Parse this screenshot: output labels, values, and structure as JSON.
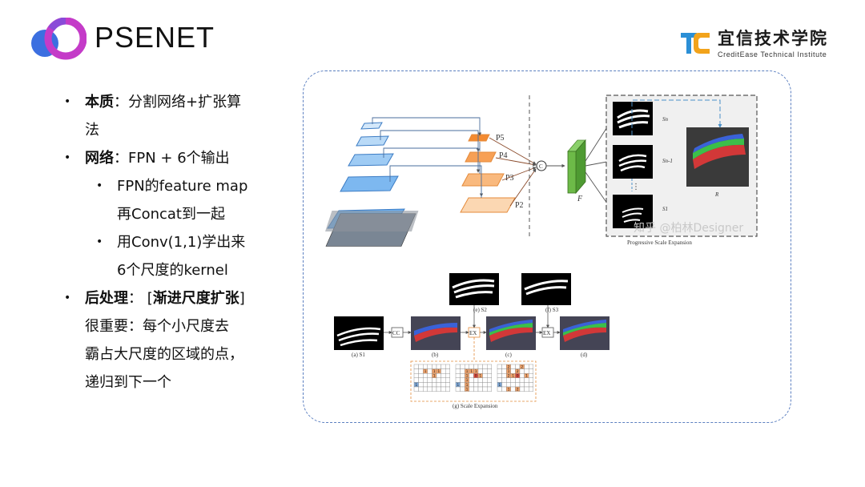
{
  "title": "PSENET",
  "brand": {
    "cn": "宜信技术学院",
    "en": "CreditEase Technical Institute",
    "colors": {
      "blue": "#2b8fd6",
      "orange": "#f2a31b"
    }
  },
  "logo": {
    "colors": {
      "left": "#3c6fe0",
      "right": "#c43bc8"
    }
  },
  "bullets": [
    {
      "label": "本质",
      "sep": "：",
      "text1": "分割网络+扩张算",
      "text2": "法"
    },
    {
      "label": "网络",
      "sep": "：",
      "text1": "FPN  +  6个输出",
      "sub": [
        {
          "line1": "FPN的feature map",
          "line2": "再Concat到一起"
        },
        {
          "line1": "用Conv(1,1)学出来",
          "line2": "6个尺度的kernel"
        }
      ]
    },
    {
      "label": "后处理",
      "sep": "：  [",
      "bold2": "渐进尺度扩张",
      "close": "]",
      "lines": [
        "很重要：每个小尺度去",
        "霸占大尺度的区域的点，",
        "递归到下一个"
      ]
    }
  ],
  "figure": {
    "p_labels": [
      "P5",
      "P4",
      "P3",
      "P2"
    ],
    "concat_symbol": "C",
    "f_label": "F",
    "s_labels": [
      "Sn",
      "Sn-1",
      "S1"
    ],
    "r_label": "R",
    "pse_caption": "Progressive Scale Expansion",
    "watermark": "知乎 @柏林Designer",
    "cc_label": "CC",
    "ex_label": "EX",
    "captions": {
      "a": "(a) S1",
      "b": "(b)",
      "c": "(c)",
      "d": "(d)",
      "e": "(e) S2",
      "f": "(f) S3",
      "g": "(g) Scale Expansion"
    },
    "grid1": [
      [
        "",
        "",
        "",
        "",
        "",
        "",
        "",
        ""
      ],
      [
        "",
        "",
        "1",
        "",
        "1",
        "1",
        "",
        ""
      ],
      [
        "",
        "",
        "",
        "",
        "1",
        "",
        "",
        ""
      ],
      [
        "",
        "",
        "",
        "",
        "",
        "",
        "",
        ""
      ],
      [
        "1",
        "",
        "",
        "",
        "",
        "",
        "",
        ""
      ],
      [
        "",
        "",
        "",
        "",
        "",
        "",
        "",
        ""
      ]
    ],
    "grid2": [
      [
        "",
        "",
        "",
        "",
        "",
        "",
        "",
        ""
      ],
      [
        "",
        "",
        "1",
        "1",
        "1",
        "",
        "",
        ""
      ],
      [
        "",
        "",
        "1",
        "",
        "0",
        "1",
        "",
        ""
      ],
      [
        "",
        "",
        "1",
        "",
        "",
        "",
        "",
        ""
      ],
      [
        "1",
        "",
        "1",
        "",
        "",
        "",
        "",
        ""
      ],
      [
        "",
        "",
        "1",
        "",
        "",
        "",
        "",
        ""
      ]
    ],
    "grid3": [
      [
        "",
        "",
        "2",
        "",
        "",
        "2",
        "",
        ""
      ],
      [
        "",
        "",
        "1",
        "",
        "2",
        "",
        "",
        ""
      ],
      [
        "",
        "",
        "2",
        "1",
        "0",
        "",
        "1",
        ""
      ],
      [
        "",
        "",
        "",
        "",
        "",
        "",
        "",
        ""
      ],
      [
        "1",
        "",
        "",
        "",
        "",
        "",
        "",
        ""
      ],
      [
        "",
        "",
        "1",
        "",
        "2",
        "",
        "",
        ""
      ]
    ]
  }
}
